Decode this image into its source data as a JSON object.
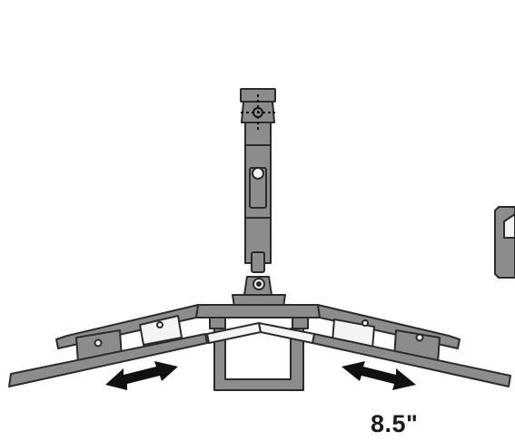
{
  "diagram": {
    "dimension_label": "8.5\"",
    "components": [
      "mounting-arm",
      "pivot-joint",
      "hinged-tray",
      "left-wing",
      "right-wing",
      "left-adjust-arrow",
      "right-adjust-arrow",
      "side-bracket"
    ],
    "colors": {
      "part_fill": "#8c8c8c",
      "part_light": "#f4f4f4",
      "outline": "#2b2b2b",
      "arrow": "#111111"
    }
  }
}
